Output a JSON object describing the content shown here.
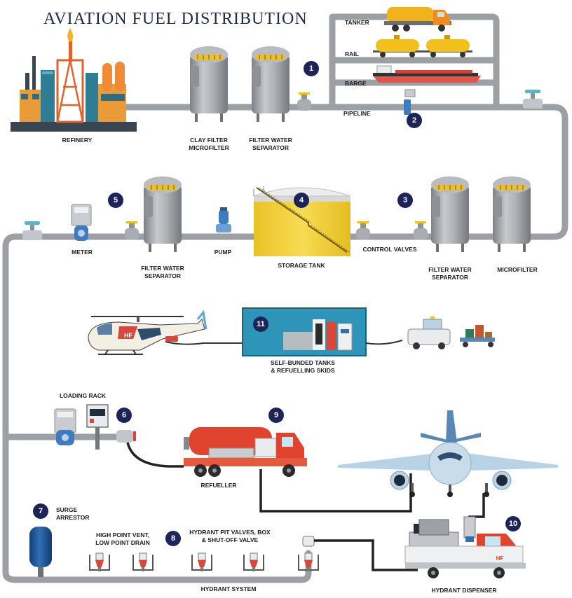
{
  "title": "AVIATION FUEL DISTRIBUTION",
  "labels": {
    "refinery": "REFINERY",
    "clay_filter": [
      "CLAY FILTER",
      "MICROFILTER"
    ],
    "fws_top": [
      "FILTER WATER",
      "SEPARATOR"
    ],
    "tanker": "TANKER",
    "rail": "RAIL",
    "barge": "BARGE",
    "pipeline": "PIPELINE",
    "meter": "METER",
    "fws_mid_left": [
      "FILTER WATER",
      "SEPARATOR"
    ],
    "pump": "PUMP",
    "storage_tank": "STORAGE TANK",
    "control_valves": "CONTROL VALVES",
    "fws_mid_right": [
      "FILTER WATER",
      "SEPARATOR"
    ],
    "microfilter": "MICROFILTER",
    "skids": [
      "SELF-BUNDED TANKS",
      "& REFUELLING SKIDS"
    ],
    "loading_rack": "LOADING RACK",
    "refueller": "REFUELLER",
    "surge_arrestor": [
      "SURGE",
      "ARRESTOR"
    ],
    "vent_drain": [
      "HIGH POINT VENT,",
      "LOW POINT DRAIN"
    ],
    "hydrant_pit": [
      "HYDRANT PIT VALVES, BOX",
      "& SHUT-OFF VALVE"
    ],
    "hydrant_system": "HYDRANT SYSTEM",
    "hydrant_dispenser": "HYDRANT DISPENSER"
  },
  "badges": {
    "b1": "1",
    "b2": "2",
    "b3": "3",
    "b4": "4",
    "b5": "5",
    "b6": "6",
    "b7": "7",
    "b8": "8",
    "b9": "9",
    "b10": "10",
    "b11": "11"
  },
  "logo_text": "HF",
  "colors": {
    "pipe": "#9c9fa4",
    "badge": "#1c2459",
    "tank_yellow": "#f4d33a",
    "truck_red": "#e0442e",
    "tanker_yellow": "#f2b21b",
    "skid_blue": "#2f95b8",
    "plane_blue": "#b9d3e6",
    "plane_tail": "#5a87b4",
    "vessel_grey": "#9a9ea4",
    "refinery_orange": "#e99a39"
  }
}
